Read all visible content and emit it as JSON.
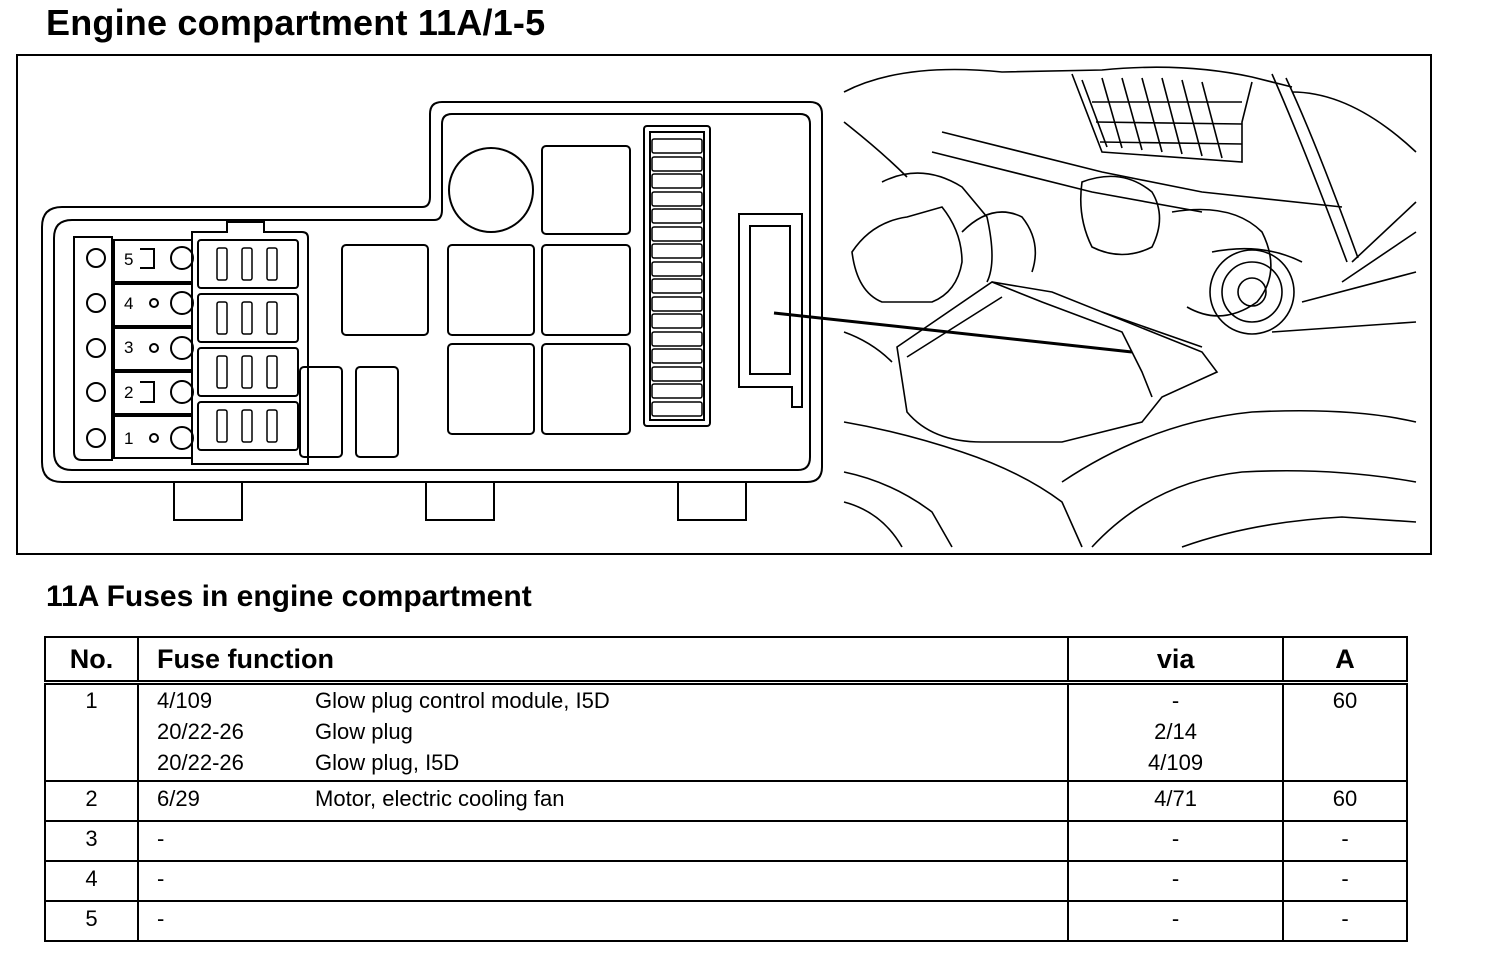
{
  "page_title": "Engine compartment 11A/1-5",
  "figure": {
    "fuse_positions": [
      "5",
      "4",
      "3",
      "2",
      "1"
    ]
  },
  "section_title": "11A Fuses in engine compartment",
  "table": {
    "headers": {
      "no": "No.",
      "function": "Fuse function",
      "via": "via",
      "amp": "A"
    },
    "rows": [
      {
        "no": "1",
        "lines": [
          {
            "code": "4/109",
            "desc": "Glow plug control module, I5D",
            "via": "-"
          },
          {
            "code": "20/22-26",
            "desc": "Glow plug",
            "via": "2/14"
          },
          {
            "code": "20/22-26",
            "desc": "Glow plug, I5D",
            "via": "4/109"
          }
        ],
        "amp": "60"
      },
      {
        "no": "2",
        "lines": [
          {
            "code": "6/29",
            "desc": "Motor, electric cooling fan",
            "via": "4/71"
          }
        ],
        "amp": "60"
      },
      {
        "no": "3",
        "lines": [
          {
            "code": "-",
            "desc": "",
            "via": "-"
          }
        ],
        "amp": "-"
      },
      {
        "no": "4",
        "lines": [
          {
            "code": "-",
            "desc": "",
            "via": "-"
          }
        ],
        "amp": "-"
      },
      {
        "no": "5",
        "lines": [
          {
            "code": "-",
            "desc": "",
            "via": "-"
          }
        ],
        "amp": "-"
      }
    ]
  }
}
